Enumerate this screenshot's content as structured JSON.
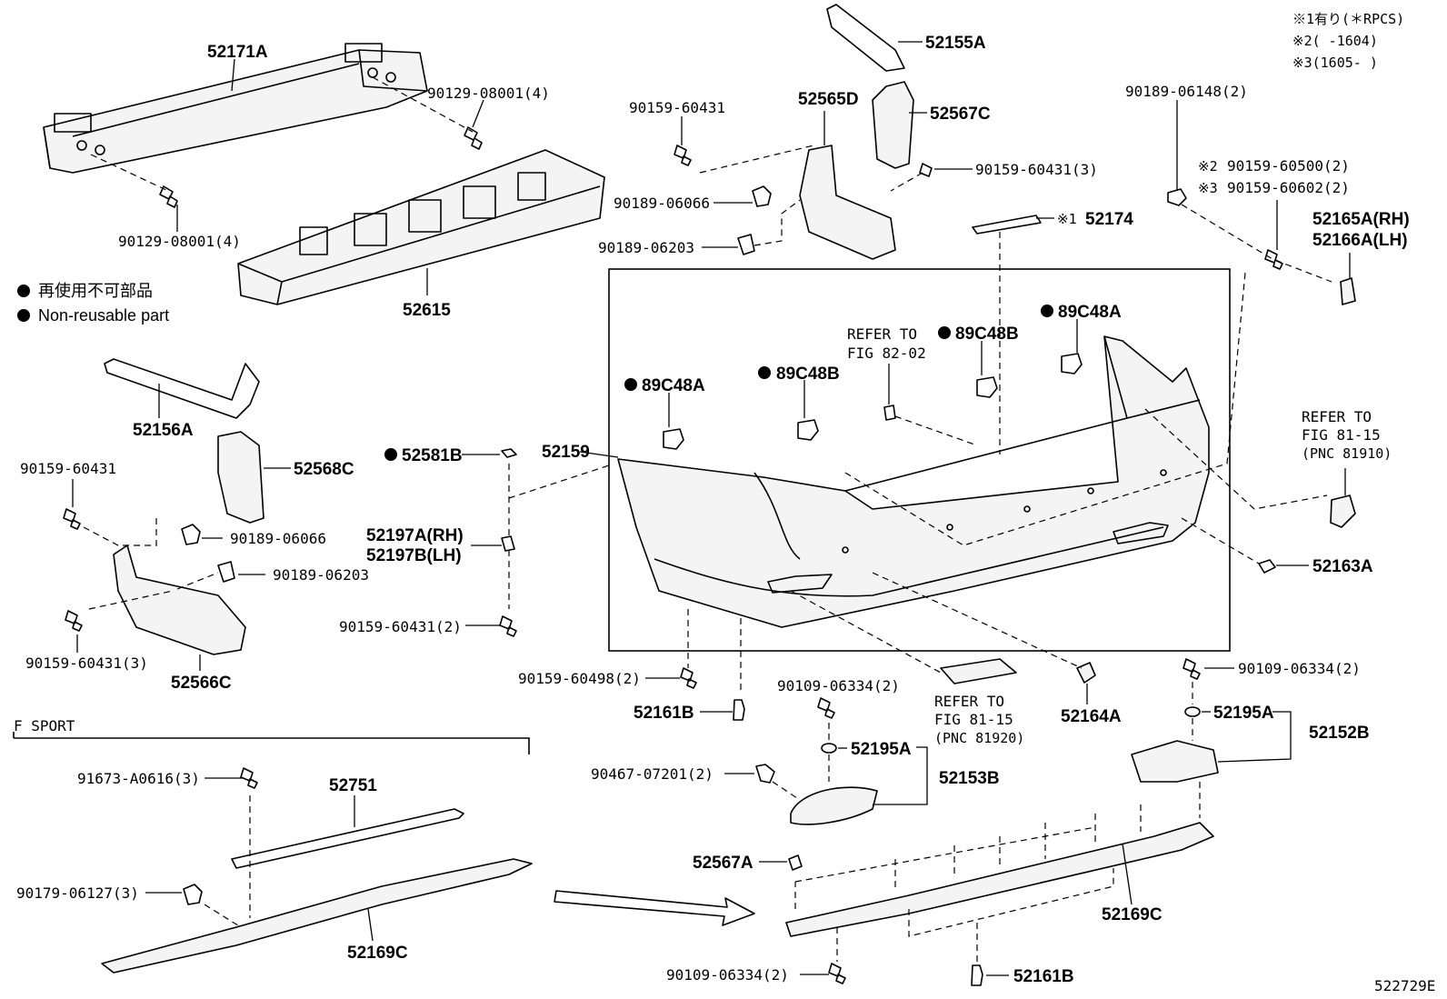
{
  "notes": {
    "n1": "※1有り(＊RPCS)",
    "n2": "※2(  -1604)",
    "n3": "※3(1605-  )"
  },
  "legend": {
    "reuse_jp": "再使用不可部品",
    "reuse_en": "Non-reusable part"
  },
  "section": {
    "fsport": "F SPORT"
  },
  "figure_code": "522729E",
  "labels": {
    "p52171A": "52171A",
    "p90129_top": "90129-08001(4)",
    "p90129_bot": "90129-08001(4)",
    "p52615": "52615",
    "p90159_60431_a": "90159-60431",
    "p90189_06066_a": "90189-06066",
    "p90189_06203_a": "90189-06203",
    "p52565D": "52565D",
    "p52155A": "52155A",
    "p52567C": "52567C",
    "p90159_60431_3a": "90159-60431(3)",
    "p90189_06148": "90189-06148(2)",
    "p90159_60500": "90159-60500(2)",
    "p90159_60602": "90159-60602(2)",
    "mark2": "※2",
    "mark3": "※3",
    "p52165A": "52165A(RH)",
    "p52166A": "52166A(LH)",
    "p52174": "52174",
    "mark1": "※1",
    "p89C48A_1": "89C48A",
    "p89C48A_2": "89C48A",
    "p89C48B_1": "89C48B",
    "p89C48B_2": "89C48B",
    "refer_8202_a": "REFER TO",
    "refer_8202_b": "FIG 82-02",
    "p52156A": "52156A",
    "p52568C": "52568C",
    "p90159_60431_b": "90159-60431",
    "p90189_06066_b": "90189-06066",
    "p90189_06203_b": "90189-06203",
    "p90159_60431_3b": "90159-60431(3)",
    "p52566C": "52566C",
    "p52581B": "52581B",
    "p52159": "52159",
    "p52197A": "52197A(RH)",
    "p52197B": "52197B(LH)",
    "p90159_60431_2": "90159-60431(2)",
    "refer_8115a_a": "REFER TO",
    "refer_8115a_b": "FIG 81-15",
    "refer_8115a_c": "(PNC 81910)",
    "p52163A": "52163A",
    "p90159_60498": "90159-60498(2)",
    "p52161B_a": "52161B",
    "p90109_06334_a": "90109-06334(2)",
    "p52195A_a": "52195A",
    "p52153B": "52153B",
    "p90467": "90467-07201(2)",
    "refer_8115b_a": "REFER TO",
    "refer_8115b_b": "FIG 81-15",
    "refer_8115b_c": "(PNC 81920)",
    "p52164A": "52164A",
    "p90109_06334_b": "90109-06334(2)",
    "p52195A_b": "52195A",
    "p52152B": "52152B",
    "p91673": "91673-A0616(3)",
    "p52751": "52751",
    "p90179": "90179-06127(3)",
    "p52169C_a": "52169C",
    "p52567A": "52567A",
    "p52169C_b": "52169C",
    "p90109_06334_c": "90109-06334(2)",
    "p52161B_b": "52161B"
  }
}
